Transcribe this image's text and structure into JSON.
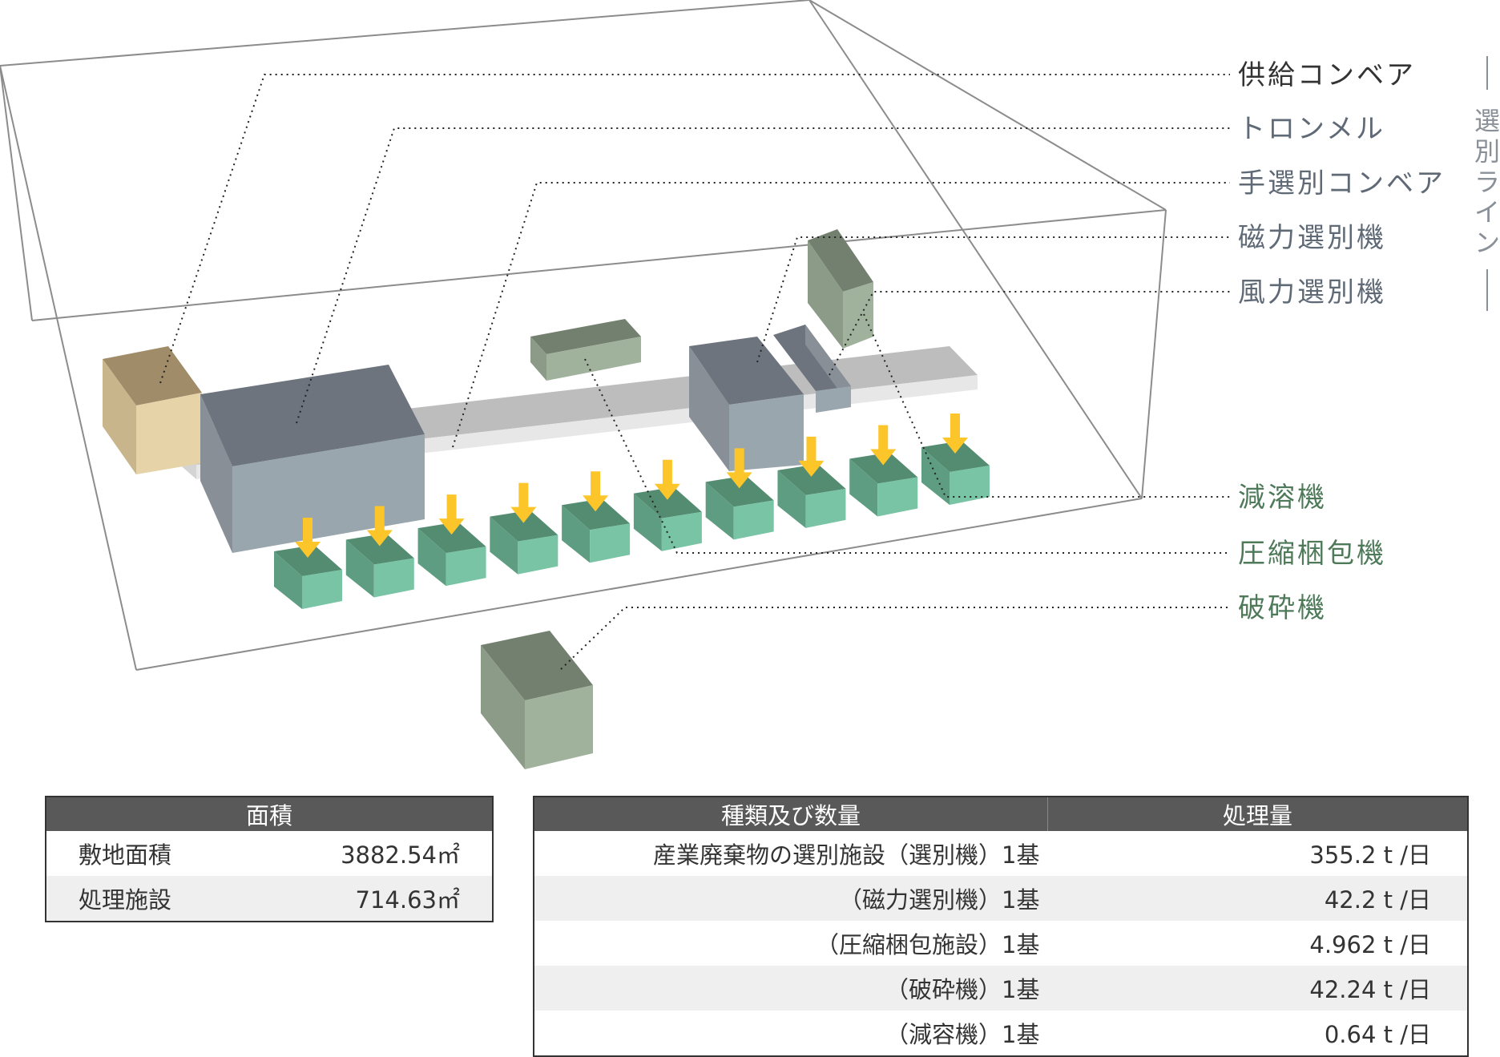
{
  "labels": {
    "supply_conveyor": "供給コンベア",
    "trommel": "トロンメル",
    "hand_sorting_conveyor": "手選別コンベア",
    "magnetic_separator": "磁力選別機",
    "wind_separator": "風力選別機",
    "volume_reducer": "減溶機",
    "compression_baler": "圧縮梱包機",
    "crusher": "破砕機",
    "sorting_line": [
      "選",
      "別",
      "ラ",
      "イ",
      "ン"
    ]
  },
  "area_table": {
    "header": "面積",
    "rows": [
      {
        "name": "敷地面積",
        "value": "3882.54㎡"
      },
      {
        "name": "処理施設",
        "value": "714.63㎡"
      }
    ]
  },
  "capacity_table": {
    "headers": [
      "種類及び数量",
      "処理量"
    ],
    "rows": [
      {
        "name": "産業廃棄物の選別施設（選別機）1基",
        "value": "355.2 t /日"
      },
      {
        "name": "（磁力選別機）1基",
        "value": "42.2 t /日"
      },
      {
        "name": "（圧縮梱包施設）1基",
        "value": "4.962 t /日"
      },
      {
        "name": "（破砕機）1基",
        "value": "42.24 t /日"
      },
      {
        "name": "（減容機）1基",
        "value": "0.64 t /日"
      }
    ]
  },
  "colors": {
    "machine_top": "#6d747d",
    "machine_front": "#9aa6ae",
    "conveyor": "#bdbdbd",
    "bin_top": "#548c72",
    "bin_front": "#78c4a4",
    "arrow": "#fcc62a",
    "feeder": "#a08c68",
    "olive_top": "#74806f",
    "olive_front": "#a1b29c"
  }
}
